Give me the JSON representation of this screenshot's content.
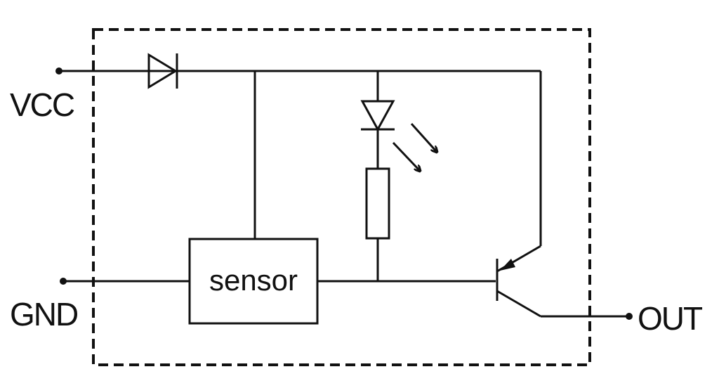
{
  "diagram": {
    "pins": {
      "vcc": "VCC",
      "gnd": "GND",
      "out": "OUT"
    },
    "sensor_label": "sensor",
    "colors": {
      "line": "#111111",
      "background": "#ffffff"
    }
  }
}
